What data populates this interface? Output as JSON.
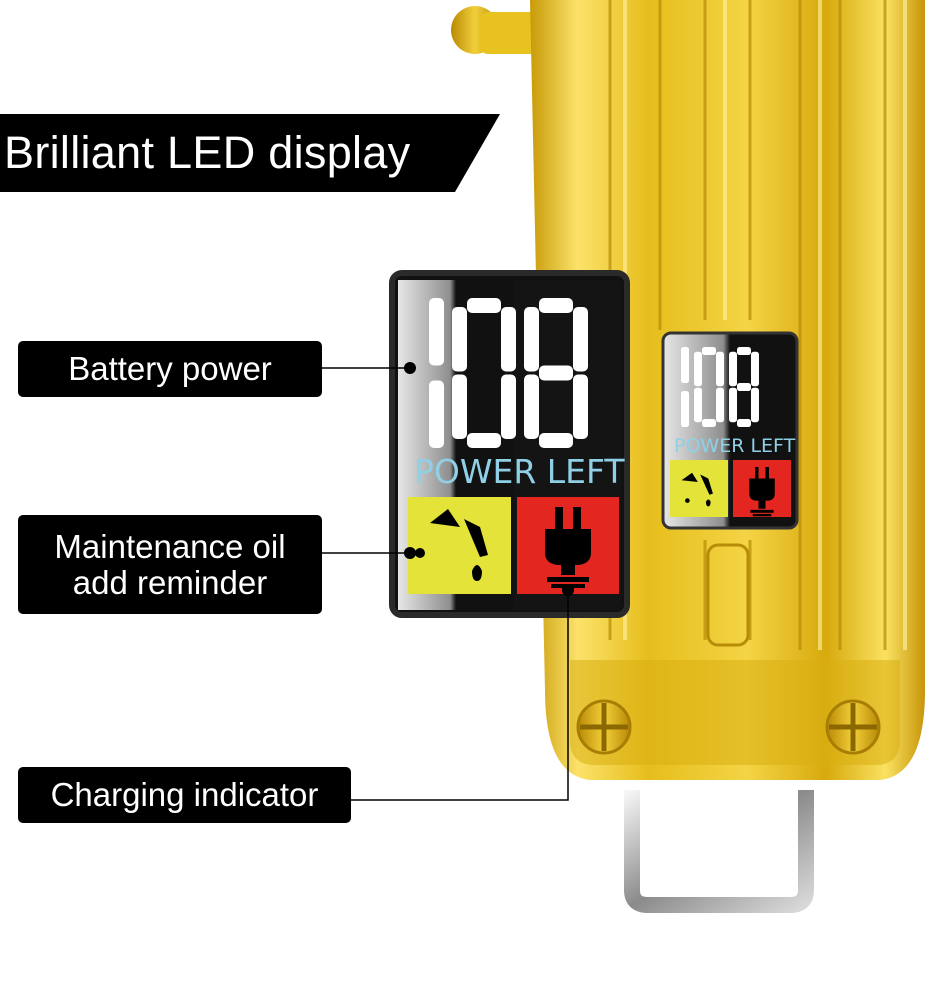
{
  "banner": {
    "title": "Brilliant LED display"
  },
  "callouts": {
    "battery_power": "Battery power",
    "maintenance_line1": "Maintenance oil",
    "maintenance_line2": "add reminder",
    "charging_indicator": "Charging indicator"
  },
  "display": {
    "digits": "108",
    "power_label": "POWER LEFT"
  },
  "icons": {
    "oil": "oil-drop-icon",
    "plug": "power-plug-icon"
  },
  "colors": {
    "body_gold": "#e8c21f",
    "oil_yellow": "#e3e33a",
    "plug_red": "#e3261f",
    "segment_white": "#ffffff",
    "power_text": "#8fd0e6"
  }
}
